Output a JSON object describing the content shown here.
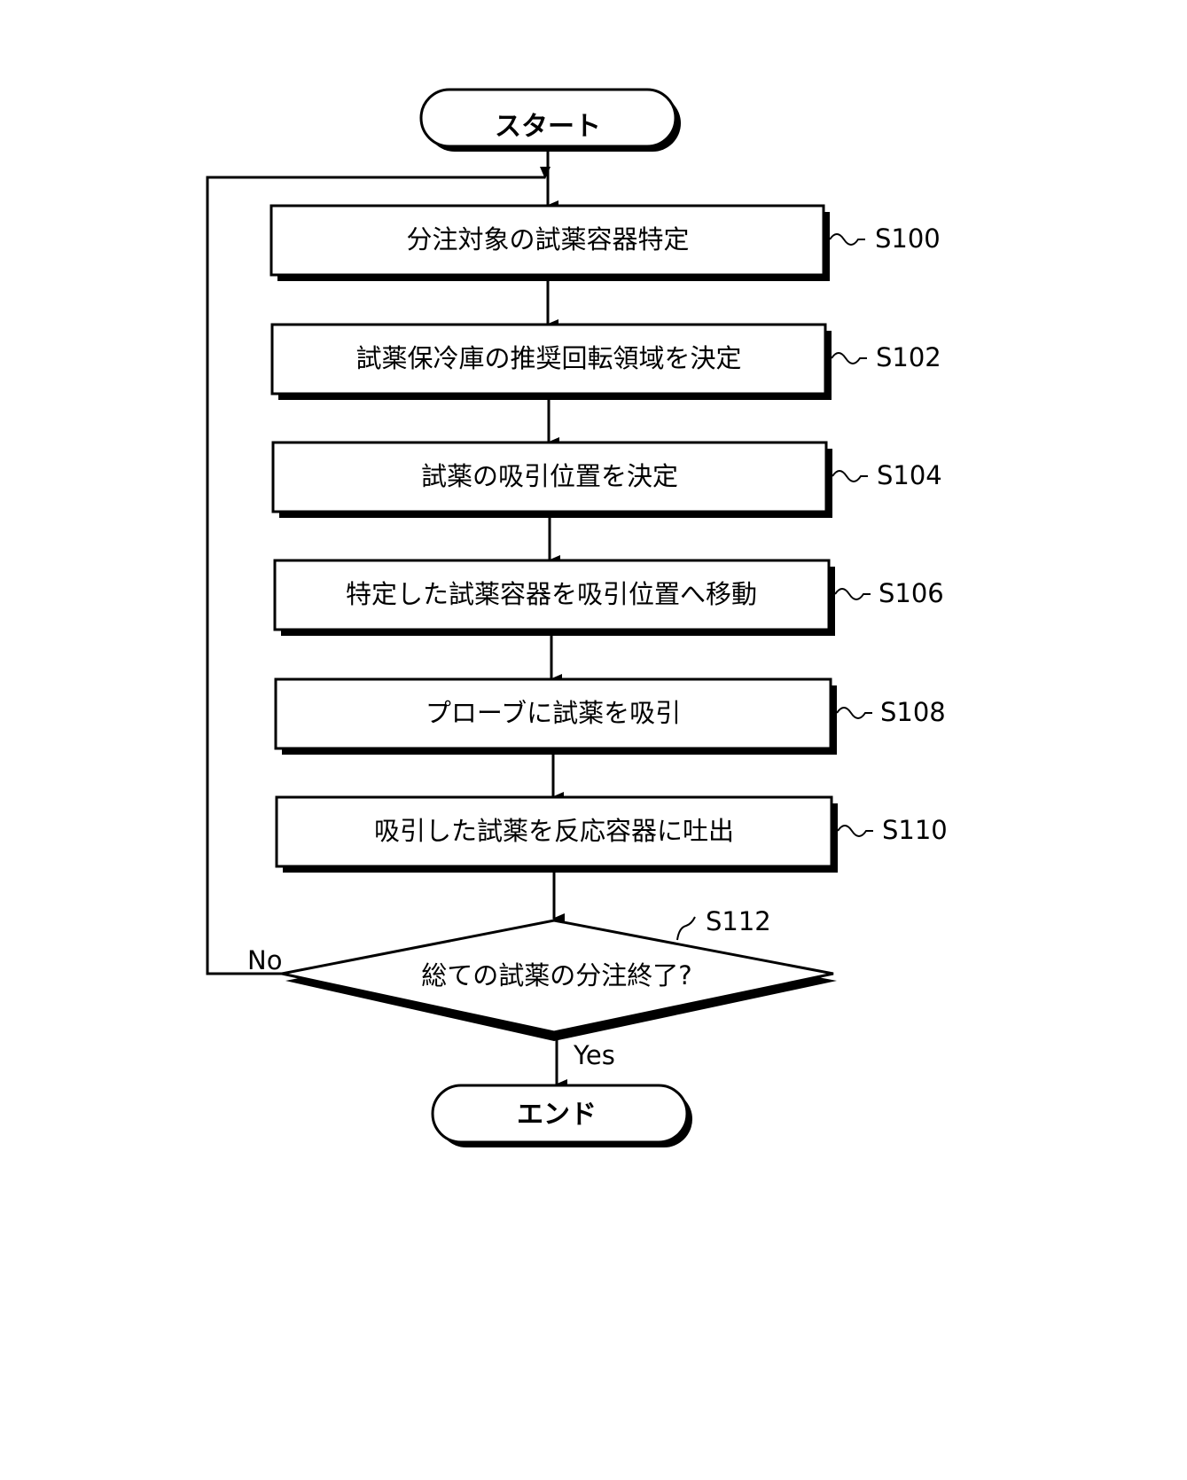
{
  "terminals": {
    "start": "スタート",
    "end": "エンド"
  },
  "steps": [
    {
      "id": "S100",
      "text": "分注対象の試薬容器特定"
    },
    {
      "id": "S102",
      "text": "試薬保冷庫の推奨回転領域を決定"
    },
    {
      "id": "S104",
      "text": "試薬の吸引位置を決定"
    },
    {
      "id": "S106",
      "text": "特定した試薬容器を吸引位置へ移動"
    },
    {
      "id": "S108",
      "text": "プローブに試薬を吸引"
    },
    {
      "id": "S110",
      "text": "吸引した試薬を反応容器に吐出"
    }
  ],
  "decision": {
    "id": "S112",
    "text": "総ての試薬の分注終了?",
    "no_label": "No",
    "yes_label": "Yes"
  }
}
